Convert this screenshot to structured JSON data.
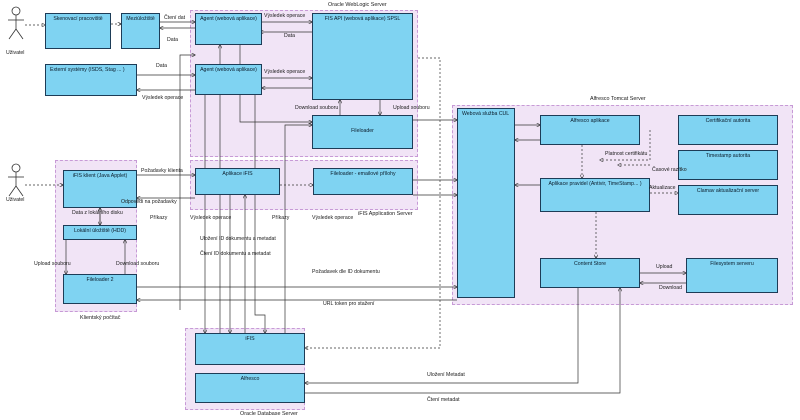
{
  "regions": {
    "weblogic": "Oracle WebLogic Server",
    "tomcat": "Alfresco Tomcat Server",
    "ifis_app": "iFIS Application Server",
    "client": "Klientský počítač",
    "database": "Oracle Database Server"
  },
  "actors": {
    "user_top": "Uživatel",
    "user_bottom": "Uživatel"
  },
  "components": {
    "skenovaci": "Skenovací pracoviště",
    "mezi": "Meziúložiště",
    "agent1": "Agent (webová aplikace)",
    "fisapi": "FIS API (webová aplikace) SPSL",
    "externi": "Externí systémy (ISDS, Stag ... )",
    "agent2": "Agent (webová aplikace)",
    "fileloader_wl": "Fileloader",
    "webova_sluzba": "Webová služba CUL",
    "alfresco_app": "Alfresco aplikace",
    "cert_autorita": "Certifikační autorita",
    "timestamp": "Timestamp autorita",
    "ifis_klient": "iFIS klient (Java Applet)",
    "aplikace_ifis": "Aplikace iFIS",
    "fileloader_emails": "Fileloader - emailové přílohy",
    "aplikace_pravidel": "Aplikace pravidel (Antivir, TimeStamp... )",
    "clamav": "Clamav aktualizační server",
    "lokalni": "Lokální úložiště (HDD)",
    "fileloader2": "Fileloader 2",
    "content_store": "Content Store",
    "filesystem": "Filesystem serveru",
    "ifis_db": "iFIS",
    "alfresco_db": "Alfresco"
  },
  "edge_labels": {
    "cteni_dat": "Čtení dat",
    "data1": "Data",
    "vysledek_operace1": "Výsledek operace",
    "data2": "Data",
    "data3": "Data",
    "vysledek_operace2": "Výsledek operace",
    "vysledek_operace3": "Výsledek operace",
    "download_souboru1": "Download souboru",
    "upload_souboru1": "Upload souboru",
    "pozadavky_klienta": "Požadavky klienta",
    "platnost_certifikatu": "Platnost certifikátu",
    "casove_razitko": "Časové razítko",
    "odpovedi": "Odpovědi na požadavky",
    "aktualizace": "Aktualizace",
    "data_z_lokalniho": "Data z lokálního disku",
    "prikazy1": "Příkazy",
    "vysledek_operace4": "Výsledek operace",
    "prikazy2": "Příkazy",
    "vysledek_operace5": "Výsledek operace",
    "ulozeni_id": "Uložení ID dokumentu a metadat",
    "cteni_id": "Čtení ID dokumentu a metadat",
    "upload_souboru2": "Upload souboru",
    "download_souboru2": "Download souboru",
    "pozadavek_dle_id": "Požadavek dle ID dokumentu",
    "upload": "Upload",
    "download": "Download",
    "url_token": "URL token pro stažení",
    "ulozeni_metadat": "Uložení Metadat",
    "cteni_metadat": "Čtení metadat"
  }
}
